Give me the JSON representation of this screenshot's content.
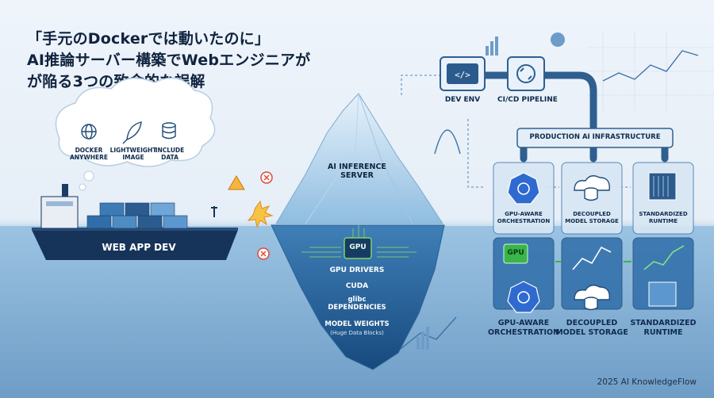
{
  "title": {
    "line1": "「手元のDockerでは動いたのに」",
    "line2": "AI推論サーバー構築でWebエンジニアが",
    "line3": "が陥る3つの致命的な誤解"
  },
  "thought_bubble": {
    "items": [
      {
        "icon": "globe-icon",
        "label": "DOCKER\nANYWHERE"
      },
      {
        "icon": "feather-icon",
        "label": "LIGHTWEIGHT\nIMAGE"
      },
      {
        "icon": "database-icon",
        "label": "INCLUDE\nDATA"
      }
    ]
  },
  "ship": {
    "label": "WEB APP DEV"
  },
  "iceberg": {
    "tip_label": "AI INFERENCE\nSERVER",
    "layers": [
      "GPU",
      "GPU DRIVERS",
      "CUDA",
      "glibc\nDEPENDENCIES",
      "MODEL WEIGHTS",
      "(Huge Data Blocks)"
    ]
  },
  "pipeline": {
    "dev_env": "DEV ENV",
    "cicd": "CI/CD PIPELINE",
    "production": "PRODUCTION AI INFRASTRUCTURE"
  },
  "columns": [
    {
      "top_label": "GPU-AWARE\nORCHESTRATION",
      "bottom_label": "GPU-AWARE\nORCHESTRATION"
    },
    {
      "top_label": "DECOUPLED\nMODEL STORAGE",
      "bottom_label": "DECOUPLED\nMODEL STORAGE"
    },
    {
      "top_label": "STANDARDIZED\nRUNTIME",
      "bottom_label": "STANDARDIZED\nRUNTIME"
    }
  ],
  "gpu_chip_label": "GPU",
  "credit": "2025 AI KnowledgeFlow",
  "colors": {
    "navy": "#13345f",
    "steel": "#2f5f8f",
    "ice": "#7fb0d8",
    "water": "#4f8fc3",
    "warning": "#e24a3b",
    "green": "#39b54a"
  }
}
